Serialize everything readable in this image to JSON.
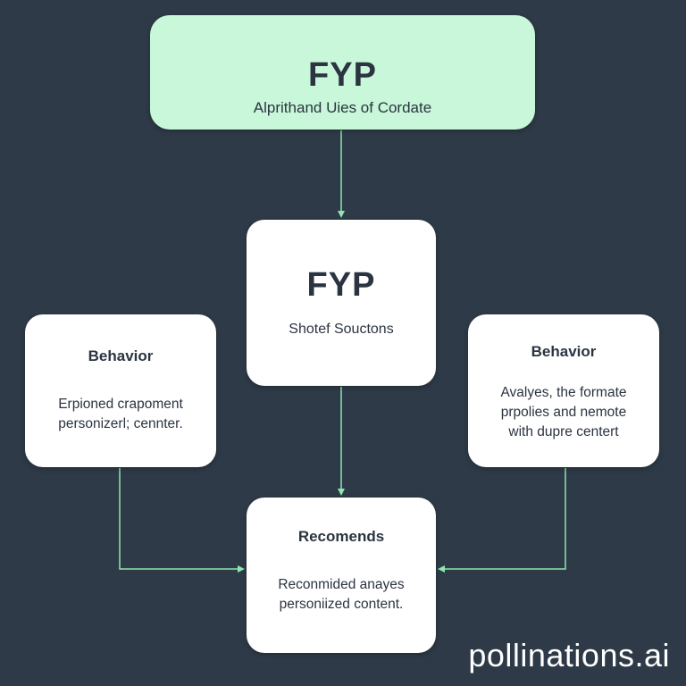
{
  "colors": {
    "background": "#2e3a47",
    "top_node_fill": "#c8f7da",
    "node_fill": "#ffffff",
    "connector": "#8fe6b0",
    "text": "#2b3440"
  },
  "diagram": {
    "top_node": {
      "title": "FYP",
      "subtitle": "Alprithand Uies of Cordate"
    },
    "center_node": {
      "title": "FYP",
      "subtitle": "Shotef Souctons"
    },
    "left_node": {
      "heading": "Behavior",
      "body_line1": "Erpioned crapoment",
      "body_line2": "personizerl; cennter."
    },
    "right_node": {
      "heading": "Behavior",
      "body_line1": "Avalyes, the formate",
      "body_line2": "prpolies and nemote",
      "body_line3": "with dupre centert"
    },
    "bottom_node": {
      "heading": "Recomends",
      "body_line1": "Reconmided anayes",
      "body_line2": "personiized content."
    }
  },
  "watermark": "pollinations.ai"
}
